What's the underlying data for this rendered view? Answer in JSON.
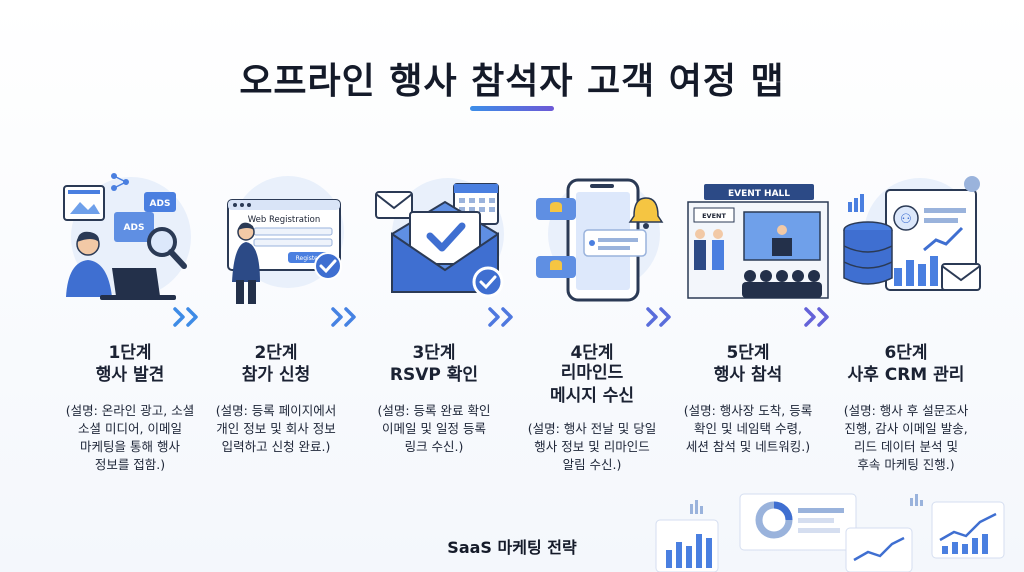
{
  "title": "오프라인 행사 참석자 고객 여정 맵",
  "steps": [
    {
      "step": "1단계",
      "title_lines": [
        "행사 발견"
      ],
      "desc_lines": [
        "(설명: 온라인 광고, 소셜",
        "소셜 미디어, 이메일",
        "마케팅을 통해 행사",
        "정보를 접함.)"
      ],
      "icon": "laptop-ads-icon"
    },
    {
      "step": "2단계",
      "title_lines": [
        "참가 신청"
      ],
      "desc_lines": [
        "(설명: 등록 페이지에서",
        "개인 정보 및 회사 정보",
        "입력하고 신청 완료.)"
      ],
      "icon": "web-registration-icon"
    },
    {
      "step": "3단계",
      "title_lines": [
        "RSVP 확인"
      ],
      "desc_lines": [
        "(설명: 등록 완료 확인",
        "이메일 및 일정 등록",
        "링크 수신.)"
      ],
      "icon": "email-confirm-icon"
    },
    {
      "step": "4단계",
      "title_lines": [
        "리마인드",
        "메시지 수신"
      ],
      "desc_lines": [
        "(설명: 행사 전날 및 당일",
        "행사 정보 및 리마인드",
        "알림 수신.)"
      ],
      "icon": "phone-reminder-icon"
    },
    {
      "step": "5단계",
      "title_lines": [
        "행사 참석"
      ],
      "desc_lines": [
        "(설명: 행사장 도착, 등록",
        "확인 및 네임택 수령,",
        "세션 참석 및 네트워킹.)"
      ],
      "icon": "event-hall-icon"
    },
    {
      "step": "6단계",
      "title_lines": [
        "사후 CRM 관리"
      ],
      "desc_lines": [
        "(설명: 행사 후 설문조사",
        "진행, 감사 이메일 발송,",
        "리드 데이터 분석 및",
        "후속 마케팅 진행.)"
      ],
      "icon": "crm-database-icon"
    }
  ],
  "icon_text": {
    "ads": "ADS",
    "web_registration": "Web Registration",
    "register_button": "Register",
    "event_hall": "EVENT HALL",
    "event_sign": "EVENT"
  },
  "footer": "SaaS 마케팅 전략",
  "colors": {
    "flow_start": "#3c8ee8",
    "flow_end": "#6d59d6",
    "accent": "#4a7fe0"
  }
}
